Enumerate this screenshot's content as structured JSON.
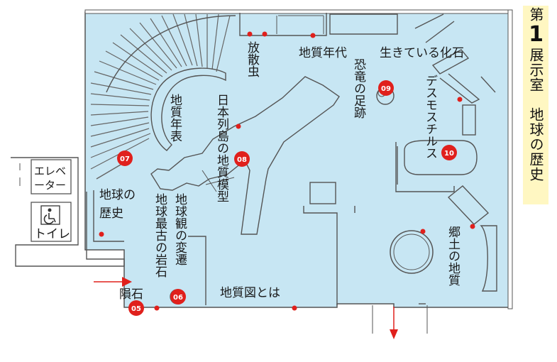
{
  "title": {
    "prefix": "第",
    "number": "1",
    "suffix": "展示室",
    "subtitle": "地球の歴史"
  },
  "colors": {
    "floor": "#c7e6f3",
    "marker": "#e0201c",
    "title_bg": "#fff7c2"
  },
  "labels": {
    "radiolarian": "放散虫",
    "geo_age_top": "地質年代",
    "living_fossils": "生きている化石",
    "dino_footprints": "恐竜の足跡",
    "desmostylus": "デスモスチルス",
    "geo_table": "地質年表",
    "japan_model": "日本列島の地質模型",
    "earth_history_1": "地球の",
    "earth_history_2": "歴史",
    "earth_view": "地球観の変遷",
    "oldest_rock": "地球最古の岩石",
    "meteorite": "隕石",
    "geo_map": "地質図とは",
    "local_geo": "郷土の地質",
    "elevator_1": "エレベ",
    "elevator_2": "ーター",
    "toilet": "トイレ",
    "accessible_icon": "wheelchair-icon"
  },
  "markers": [
    "05",
    "06",
    "07",
    "08",
    "09",
    "10"
  ]
}
